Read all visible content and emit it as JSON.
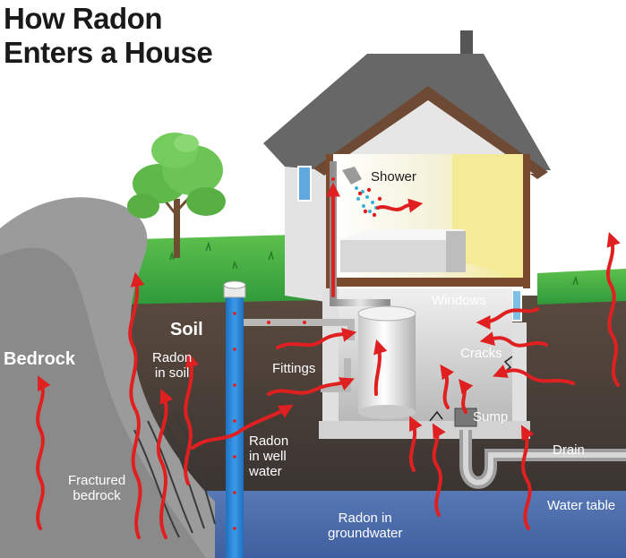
{
  "title": {
    "line1": "How Radon",
    "line2": "Enters a House"
  },
  "labels": {
    "shower": "Shower",
    "windows": "Windows",
    "soil": "Soil",
    "bedrock": "Bedrock",
    "radon_in_soil_1": "Radon",
    "radon_in_soil_2": "in soil",
    "fittings": "Fittings",
    "cracks": "Cracks",
    "sump": "Sump",
    "radon_in_well_water_1": "Radon",
    "radon_in_well_water_2": "in well",
    "radon_in_well_water_3": "water",
    "fractured_bedrock_1": "Fractured",
    "fractured_bedrock_2": "bedrock",
    "drain": "Drain",
    "water_table": "Water table",
    "radon_in_groundwater_1": "Radon in",
    "radon_in_groundwater_2": "groundwater"
  },
  "colors": {
    "radon_arrow": "#e02020",
    "soil": "#4e4036",
    "grass": "#3fae3f",
    "groundwater": "#5576b5",
    "bedrock": "#9a9a9a",
    "wall": "#e8e8e8",
    "roof": "#6b5a4e",
    "room_light": "#f5eca0"
  }
}
